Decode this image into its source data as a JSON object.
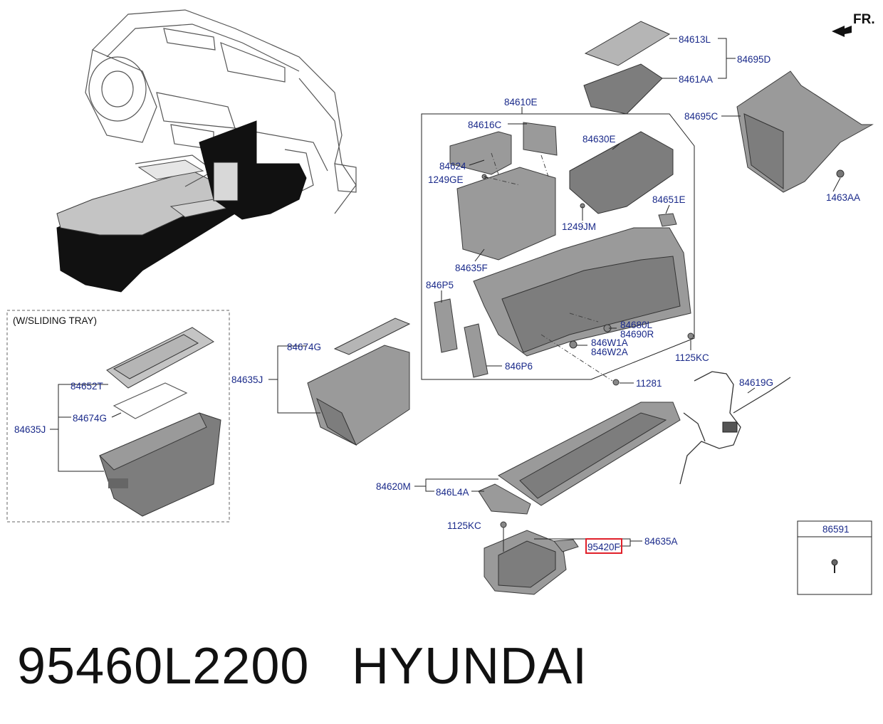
{
  "direction_label": "FR.",
  "sliding_tray_label": "(W/SLIDING TRAY)",
  "highlighted_part": "95420F",
  "labels": {
    "p84613L": "84613L",
    "p84695D": "84695D",
    "p8461AA": "8461AA",
    "p84610E": "84610E",
    "p84695C": "84695C",
    "p84616C": "84616C",
    "p84630E": "84630E",
    "p84624": "84624",
    "p1249GE": "1249GE",
    "p84651E": "84651E",
    "p1463AA": "1463AA",
    "p1249JM": "1249JM",
    "p84635F": "84635F",
    "p846P5": "846P5",
    "p84680L": "84680L",
    "p84690R": "84690R",
    "p846W1A": "846W1A",
    "p846W2A": "846W2A",
    "p1125KC_a": "1125KC",
    "p846P6": "846P6",
    "p84674G_a": "84674G",
    "p84635J_a": "84635J",
    "p11281": "11281",
    "p84619G": "84619G",
    "p84652T": "84652T",
    "p84674G_b": "84674G",
    "p84635J_b": "84635J",
    "p84620M": "84620M",
    "p846L4A": "846L4A",
    "p1125KC_b": "1125KC",
    "p95420F": "95420F",
    "p84635A": "84635A",
    "p86591": "86591"
  },
  "footer": {
    "part_number": "95460L2200",
    "brand": "HYUNDAI"
  },
  "colors": {
    "label_blue": "#1a2a8a",
    "highlight_red": "#e0202a",
    "part_gray": "#9a9a9a"
  }
}
